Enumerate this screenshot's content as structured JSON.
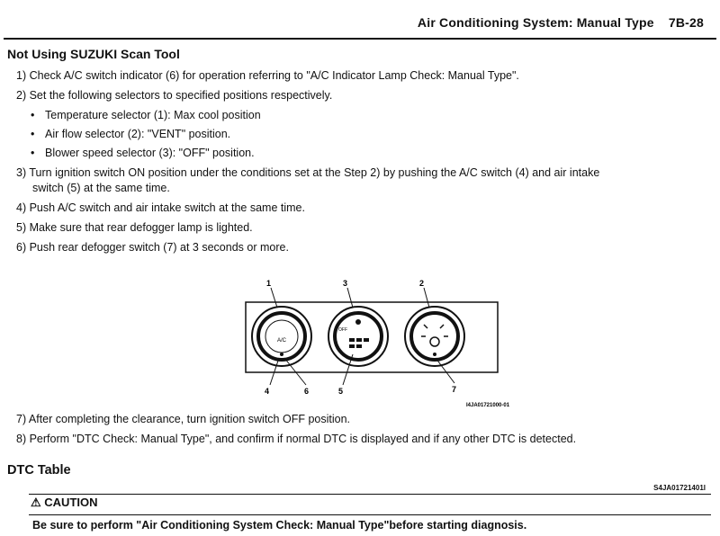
{
  "header": {
    "title": "Air Conditioning System: Manual Type",
    "page": "7B-28"
  },
  "section_title": "Not Using SUZUKI Scan Tool",
  "steps": [
    "1) Check A/C switch indicator (6) for operation referring to \"A/C Indicator Lamp Check: Manual Type\".",
    "2) Set the following selectors to specified positions respectively.",
    "3) Turn ignition switch ON position under the conditions set at the Step 2) by pushing the A/C switch (4) and air intake",
    "switch (5) at the same time.",
    "4) Push A/C switch and air intake switch at the same time.",
    "5) Make sure that rear defogger lamp is lighted.",
    "6) Push rear defogger switch (7) at 3 seconds or more."
  ],
  "bullets": [
    "Temperature selector (1): Max cool position",
    "Air flow selector (2): \"VENT\" position.",
    "Blower speed selector (3): \"OFF\" position."
  ],
  "figure": {
    "callouts": {
      "c1": "1",
      "c3": "3",
      "c2": "2",
      "c4": "4",
      "c6": "6",
      "c5": "5",
      "c7": "7"
    },
    "dial1_label": "A/C",
    "dial2_off": "OFF",
    "figure_code": "I4JA01721000-01"
  },
  "steps_after": [
    "7) After completing the clearance, turn ignition switch OFF position.",
    "8) Perform \"DTC Check: Manual Type\", and confirm if normal DTC is displayed and if any other DTC is detected."
  ],
  "dtc": {
    "title": "DTC Table",
    "code": "S4JA01721401I"
  },
  "caution": {
    "icon": "warning-triangle-icon",
    "label": "CAUTION",
    "text": "Be sure to perform \"Air Conditioning System Check: Manual Type\"before starting diagnosis."
  }
}
